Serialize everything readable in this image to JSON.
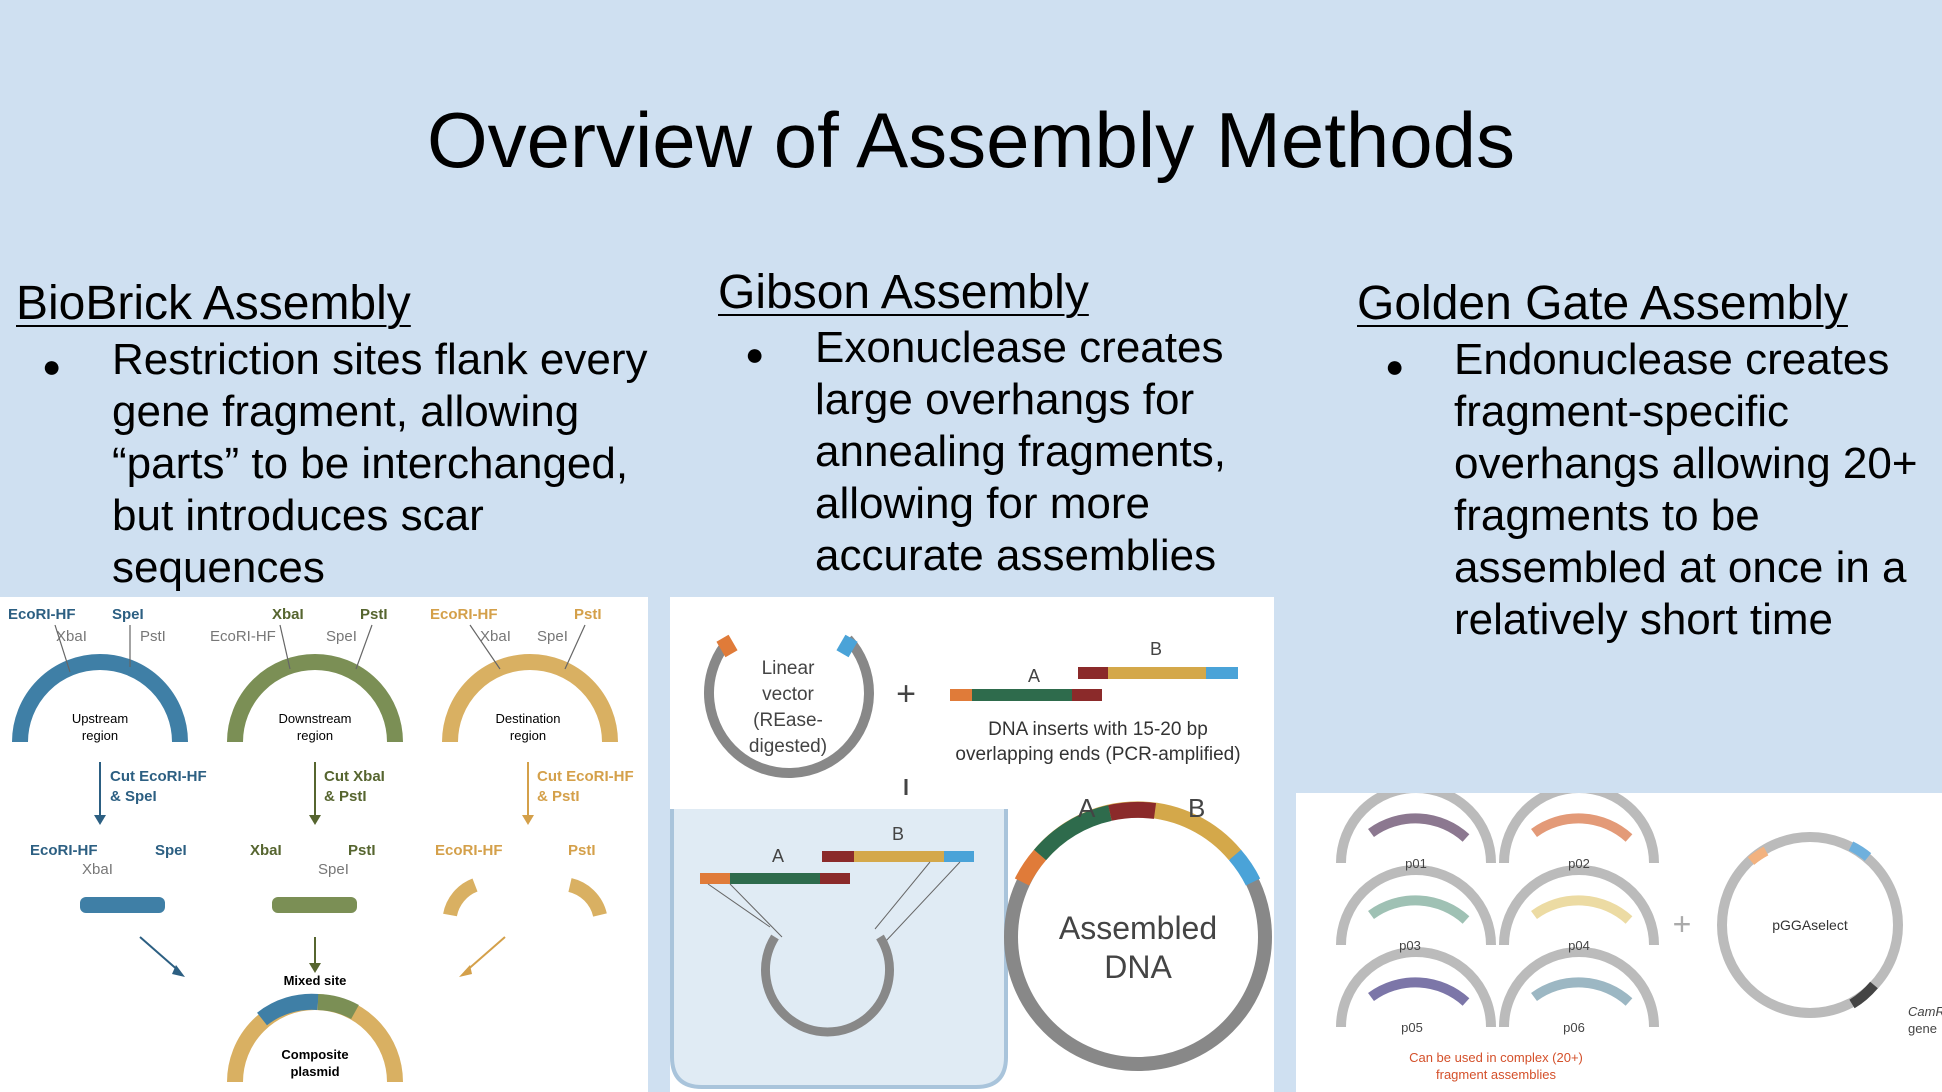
{
  "slide": {
    "title": "Overview of Assembly Methods",
    "bullet_glyph": "●",
    "columns": [
      {
        "heading": "BioBrick Assembly",
        "text": "Restriction sites flank every gene fragment, allowing “parts” to be interchanged, but introduces scar sequences"
      },
      {
        "heading": "Gibson Assembly",
        "text": "Exonuclease creates large overhangs for annealing fragments, allowing for more accurate assemblies"
      },
      {
        "heading": "Golden Gate Assembly",
        "text": "Endonuclease creates fragment-specific overhangs allowing 20+ fragments to be assembled at once in a relatively short time"
      }
    ]
  },
  "biobrick_figure": {
    "ecori": "EcoRI-HF",
    "ecori_grey": "EcoRI-HF",
    "xbal": "XbaI",
    "xbal_grey": "XbaI",
    "spel": "SpeI",
    "spel_grey": "SpeI",
    "pstl": "PstI",
    "pstl_grey": "PstI",
    "upstream": "Upstream",
    "downstream": "Downstream",
    "destination": "Destination",
    "region": "region",
    "cut1_line1": "Cut EcoRI-HF",
    "cut1_line2": "& SpeI",
    "cut2_line1": "Cut XbaI",
    "cut2_line2": "& PstI",
    "cut3_line1": "Cut EcoRI-HF",
    "cut3_line2": "& PstI",
    "mixed_site": "Mixed site",
    "composite_line1": "Composite",
    "composite_line2": "plasmid",
    "colors": {
      "blue": "#3f7fa6",
      "green": "#7b8f55",
      "gold": "#d9b062"
    }
  },
  "gibson_figure": {
    "linear_vector": [
      "Linear",
      "vector",
      "(REase-",
      "digested)"
    ],
    "plus": "+",
    "label_a": "A",
    "label_b": "B",
    "inserts_line1": "DNA inserts with 15-20 bp",
    "inserts_line2": "overlapping ends (PCR-amplified)",
    "assembled_line1": "Assembled",
    "assembled_line2": "DNA",
    "colors": {
      "orange": "#e07b39",
      "green": "#2e6b4c",
      "red": "#8b2a2a",
      "gold": "#d4a84a",
      "blue": "#4aa3d8"
    }
  },
  "golden_gate_figure": {
    "parts": [
      "p01",
      "p02",
      "p03",
      "p04",
      "p05",
      "p06"
    ],
    "plus": "+",
    "vector": "pGGAselect",
    "camr_line1": "CamR",
    "camr_line2": "gene",
    "caption_line1": "Can be used in complex (20+)",
    "caption_line2": "fragment assemblies",
    "caption_color": "#d4502a"
  }
}
